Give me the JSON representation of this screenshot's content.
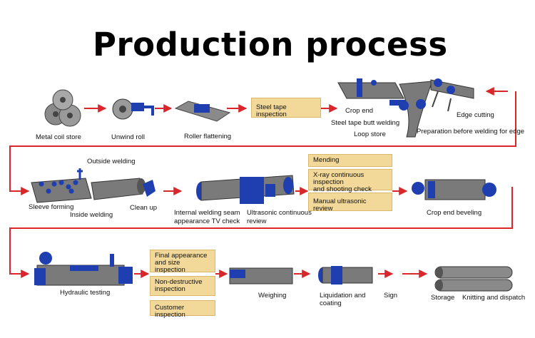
{
  "title": "Production process",
  "colors": {
    "arrow": "#d9262b",
    "machine": "#1f3fb0",
    "pipe": "#6b6b6b",
    "box": "#f2d99a"
  },
  "row1": {
    "metal_coil_store": "Metal coil store",
    "unwind_roll": "Unwind roll",
    "roller_flattening": "Roller flattening",
    "steel_tape_inspection": "Steel tape inspection",
    "crop_end": "Crop end",
    "steel_tape_butt_welding": "Steel tape butt welding",
    "loop_store": "Loop store",
    "edge_cutting": "Edge cutting",
    "preparation_before_welding": "Preparation before welding for edge"
  },
  "row2": {
    "outside_welding": "Outside welding",
    "sleeve_forming": "Sleeve forming",
    "inside_welding": "Inside welding",
    "clean_up": "Clean up",
    "internal_welding_seam": "Internal welding seam",
    "appearance_tv_check": "appearance TV check",
    "ultrasonic_continuous": "Ultrasonic continuous",
    "review": "review",
    "mending": "Mending",
    "xray_line1": "X-ray continuous inspection",
    "xray_line2": "and shooting check",
    "manual_ultrasonic_review": "Manual ultrasonic review",
    "crop_end_beveling": "Crop end beveling"
  },
  "row3": {
    "hydraulic_testing": "Hydraulic testing",
    "final_appearance_line1": "Final appearance",
    "final_appearance_line2": "and size inspection",
    "non_destructive_line1": "Non-destructive",
    "non_destructive_line2": "inspection",
    "customer_inspection": "Customer inspection",
    "weighing": "Weighing",
    "liquidation_line1": "Liquidation and",
    "liquidation_line2": "coating",
    "sign": "Sign",
    "storage": "Storage",
    "knitting_and_dispatch": "Knitting and dispatch"
  }
}
